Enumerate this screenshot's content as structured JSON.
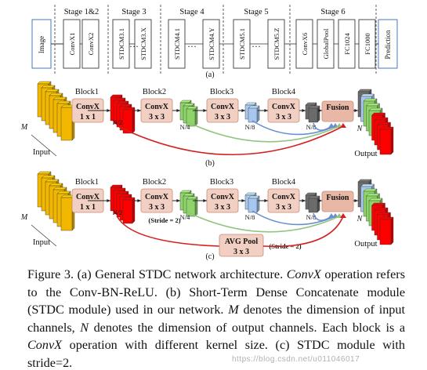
{
  "colors": {
    "stage_box_stroke": "#3a3a3a",
    "side_box_stroke": "#4a78b8",
    "convx_fill": "#f2cfc3",
    "convx_stroke": "#c98b78",
    "fusion_fill": "#e8b7a6",
    "input_fill": "#f2b700",
    "block1_fill": "#ff0000",
    "block2_fill": "#8fd46a",
    "block3_fill": "#a7c7f0",
    "block4_fill": "#6b6b6b",
    "arrow_blue": "#6a8fcf",
    "arrow_green": "#93c47d",
    "arrow_red": "#d62020"
  },
  "panel_a": {
    "stages": [
      "Stage 1&2",
      "Stage 3",
      "Stage 4",
      "Stage 5",
      "Stage 6"
    ],
    "input": "Image",
    "output": "Prediction",
    "layers": [
      "ConvX1",
      "ConvX2",
      "STDCM3.1",
      "STDCM3.X",
      "STDCM4.1",
      "STDCM4.Y",
      "STDCM5.1",
      "STDCM5.Z",
      "ConvX6",
      "GlobalPool",
      "FC1024",
      "FC1000"
    ],
    "ellipsis": "…",
    "label": "(a)"
  },
  "panel_b": {
    "label": "(b)",
    "input_label": "Input",
    "output_label": "Output",
    "m_label": "M",
    "n_label": "N",
    "blocks": [
      "Block1",
      "Block2",
      "Block3",
      "Block4"
    ],
    "convx": [
      "ConvX",
      "1 x 1",
      "3 x 3"
    ],
    "fusion": "Fusion",
    "dims": [
      "N/2",
      "N/4",
      "N/8",
      "N/8"
    ]
  },
  "panel_c": {
    "label": "(c)",
    "input_label": "Input",
    "output_label": "Output",
    "m_label": "M",
    "n_label": "N",
    "blocks": [
      "Block1",
      "Block2",
      "Block3",
      "Block4"
    ],
    "convx": [
      "ConvX",
      "1 x 1",
      "3 x 3"
    ],
    "fusion": "Fusion",
    "stride_note": "(Stride = 2)",
    "avgpool": [
      "AVG Pool",
      "3 x 3"
    ],
    "dims": [
      "N/2",
      "N/4",
      "N/8",
      "N/8"
    ]
  },
  "caption": {
    "p1": "Figure 3.  (a) General STDC network architecture. ",
    "e1": "ConvX",
    "p2": " operation refers to the Conv-BN-ReLU. (b) Short-Term Dense Concatenate module (STDC module) used in our network. ",
    "e2": "M",
    "p3": " denotes the dimension of input channels, ",
    "e3": "N",
    "p4": " denotes the dimension of output channels.  Each block is a ",
    "e4": "ConvX",
    "p5": " operation with different kernel size. (c) STDC module with stride=2."
  },
  "watermark": "https://blog.csdn.net/u011046017"
}
